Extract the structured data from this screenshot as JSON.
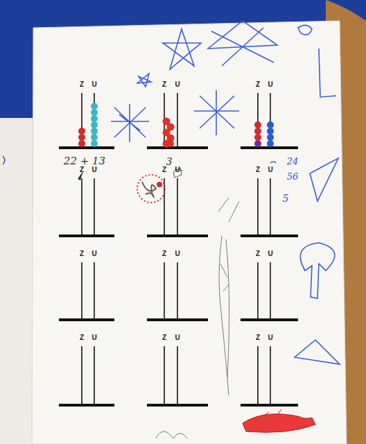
{
  "diagram": {
    "labels": [
      "Z",
      "U",
      "Z",
      "U",
      "Z",
      "U",
      "Z",
      "U",
      "Z",
      "U",
      "Z",
      "U",
      "Z",
      "U",
      "Z",
      "U",
      "Z",
      "U",
      "Z",
      "U",
      "Z",
      "U",
      "Z",
      "U",
      "22 + 13",
      "3",
      "24",
      "56",
      "5"
    ]
  }
}
